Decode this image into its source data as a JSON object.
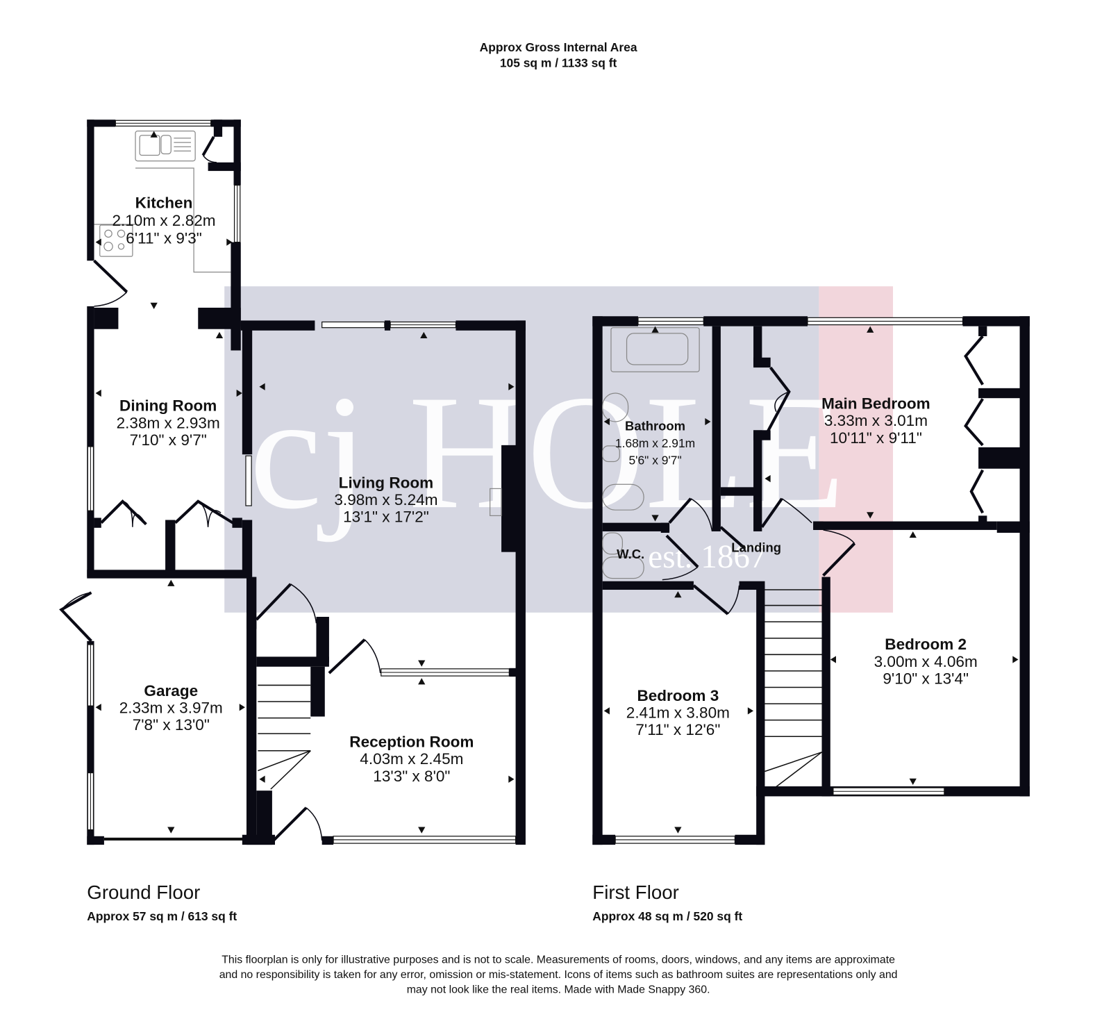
{
  "header": {
    "title": "Approx Gross Internal Area",
    "total_area": "105 sq m / 1133 sq ft"
  },
  "watermark": {
    "brand": "cj HOLE",
    "tagline": "est. 1867",
    "colors": {
      "grey_band": "#d6d7e2",
      "pink_band": "#f2d6dc"
    }
  },
  "ground_floor": {
    "name": "Ground Floor",
    "area": "Approx 57 sq m / 613 sq ft",
    "rooms": [
      {
        "name": "Kitchen",
        "metric": "2.10m x 2.82m",
        "imperial": "6'11\" x 9'3\""
      },
      {
        "name": "Dining Room",
        "metric": "2.38m x 2.93m",
        "imperial": "7'10\" x 9'7\""
      },
      {
        "name": "Living Room",
        "metric": "3.98m x 5.24m",
        "imperial": "13'1\" x 17'2\""
      },
      {
        "name": "Garage",
        "metric": "2.33m x 3.97m",
        "imperial": "7'8\" x 13'0\""
      },
      {
        "name": "Reception Room",
        "metric": "4.03m x 2.45m",
        "imperial": "13'3\" x 8'0\""
      }
    ]
  },
  "first_floor": {
    "name": "First Floor",
    "area": "Approx 48 sq m / 520 sq ft",
    "rooms": [
      {
        "name": "Bathroom",
        "metric": "1.68m x 2.91m",
        "imperial": "5'6\" x 9'7\""
      },
      {
        "name": "Main Bedroom",
        "metric": "3.33m x 3.01m",
        "imperial": "10'11\" x 9'11\""
      },
      {
        "name": "W.C."
      },
      {
        "name": "Landing"
      },
      {
        "name": "Bedroom 2",
        "metric": "3.00m x 4.06m",
        "imperial": "9'10\" x 13'4\""
      },
      {
        "name": "Bedroom 3",
        "metric": "2.41m x 3.80m",
        "imperial": "7'11\" x 12'6\""
      }
    ]
  },
  "disclaimer": {
    "line1": "This floorplan is only for illustrative purposes and is not to scale. Measurements of rooms, doors, windows, and any items are approximate",
    "line2": "and no responsibility is taken for any error, omission or mis-statement. Icons of items such as bathroom suites are representations only and",
    "line3": "may not look like the real items. Made with Made Snappy 360."
  }
}
